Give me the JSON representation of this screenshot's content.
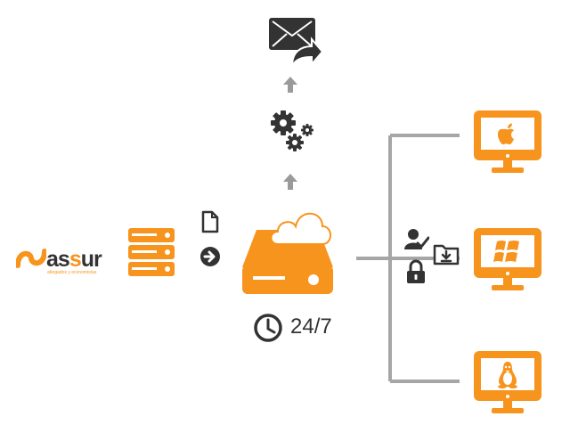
{
  "brand": {
    "name_prefix": "as",
    "name_highlight": "s",
    "name_suffix": "ur",
    "tagline": "abogados y economistas"
  },
  "uptime_label": "24/7",
  "colors": {
    "accent": "#f7941d",
    "dark": "#333333",
    "line": "#a6a6a6",
    "arrow": "#9a9a9a"
  },
  "icons": {
    "mail": "envelope-forward-icon",
    "gears": "gears-icon",
    "cloud_server": "cloud-server-icon",
    "source_server": "server-stack-icon",
    "document": "document-icon",
    "arrow": "arrow-right-circle-icon",
    "clock": "clock-icon",
    "user_check": "user-check-icon",
    "download_folder": "download-folder-icon",
    "lock": "lock-icon",
    "clients": [
      "apple-monitor-icon",
      "windows-monitor-icon",
      "linux-monitor-icon"
    ]
  }
}
